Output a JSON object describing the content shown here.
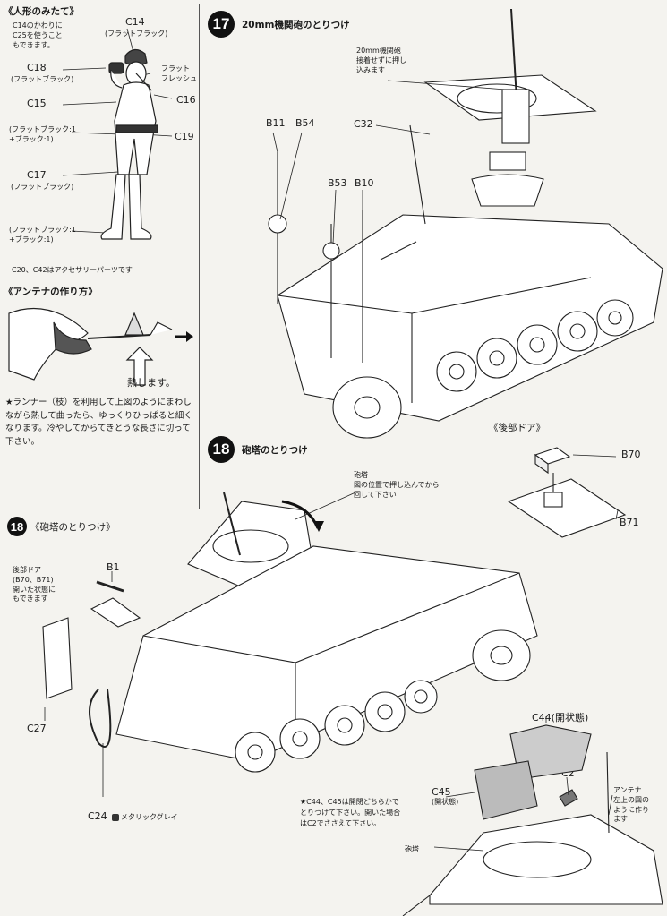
{
  "figure": {
    "title": "《人形のみたて》",
    "c14_note": [
      "C14のかわりに",
      "C25を使うこと",
      "もできます。"
    ],
    "parts": [
      {
        "code": "C14",
        "paint": "(フラットブラック)"
      },
      {
        "code": "C18",
        "paint": "(フラットブラック)"
      },
      {
        "code": "C15",
        "paint": ""
      },
      {
        "code": "C16",
        "paint": ""
      },
      {
        "code": "C19",
        "paint": ""
      },
      {
        "code": "C17",
        "paint": "(フラットブラック)"
      }
    ],
    "flesh_label": [
      "フラット",
      "フレッシュ"
    ],
    "mix1": [
      "(フラットブラック:1",
      "+ブラック:1)"
    ],
    "mix2": [
      "(フラットブラック:1",
      "+ブラック:1)"
    ],
    "accessory_note": "C20、C42はアクセサリーパーツです"
  },
  "antenna": {
    "title": "《アンテナの作り方》",
    "heat": "熱します。",
    "instructions": "★ランナー（枝）を利用して上図のようにまわしながら熱して曲ったら、ゆっくりひっぱると細くなります。冷やしてからてきとうな長さに切って下さい。"
  },
  "step17": {
    "number": "17",
    "title": "20mm機関砲のとりつけ",
    "gun_note": [
      "20mm機関砲",
      "接着せずに押し",
      "込みます"
    ],
    "labels": {
      "b11": "B11",
      "b54": "B54",
      "c32": "C32",
      "b53": "B53",
      "b10": "B10"
    }
  },
  "rear_door": {
    "title": "《後部ドア》",
    "b70": "B70",
    "b71": "B71"
  },
  "step18": {
    "number": "18",
    "title": "砲塔のとりつけ",
    "turret_note": [
      "砲塔",
      "図の位置で押し込んでから",
      "回して下さい"
    ]
  },
  "step18b": {
    "number": "18",
    "title": "《砲塔のとりつけ》",
    "door_note": [
      "後部ドア",
      "(B70、B71)",
      "開いた状態に",
      "もできます"
    ],
    "b1": "B1",
    "c27": "C27",
    "c24": "C24",
    "c24_paint": "メタリックグレイ"
  },
  "hatch": {
    "c44": "C44(開状態)",
    "c2": "C2",
    "c45": [
      "C45",
      "(開状態)"
    ],
    "antenna_note": [
      "アンテナ",
      "左上の図の",
      "ように作り",
      "ます"
    ],
    "turret": "砲塔",
    "note": [
      "★C44、C45は開閉どちらかで",
      "とりつけて下さい。開いた場合",
      "はC2でささえて下さい。"
    ]
  }
}
